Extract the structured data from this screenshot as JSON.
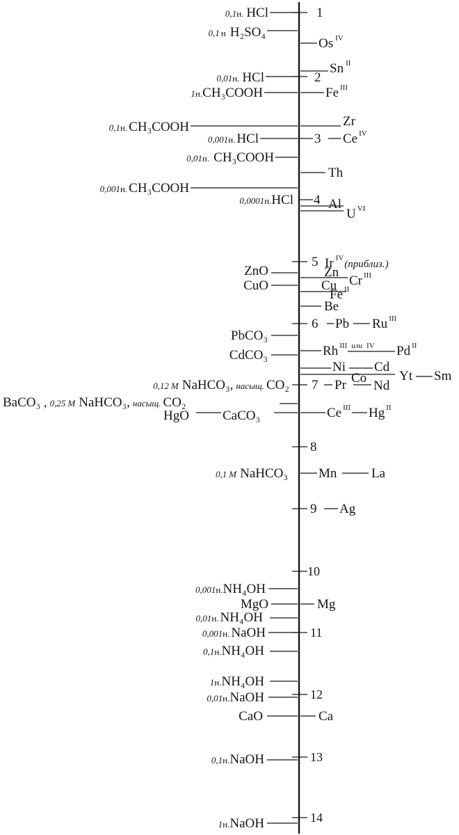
{
  "scale": {
    "ticks": [
      "1",
      "2",
      "3",
      "4",
      "5",
      "6",
      "7",
      "8",
      "9",
      "10",
      "11",
      "12",
      "13",
      "14"
    ]
  },
  "left_labels": {
    "hcl_01": {
      "num": "0,1",
      "unit": "н.",
      "reagent": "HCl"
    },
    "h2so4_01": {
      "num": "0,1",
      "unit": "н",
      "reagent": "H₂SO₄"
    },
    "hcl_001": {
      "num": "0,01",
      "unit": "н.",
      "reagent": "HCl"
    },
    "ch3cooh_1": {
      "num": "1",
      "unit": "н.",
      "reagent": "CH₃COOH"
    },
    "ch3cooh_01": {
      "num": "0,1",
      "unit": "н.",
      "reagent": "CH₃COOH"
    },
    "hcl_0001": {
      "num": "0,001",
      "unit": "н.",
      "reagent": "HCl"
    },
    "ch3cooh_001": {
      "num": "0,01",
      "unit": "н.",
      "reagent": "CH₃COOH"
    },
    "ch3cooh_0001": {
      "num": "0,001",
      "unit": "н.",
      "reagent": "CH₃COOH"
    },
    "hcl_00001": {
      "num": "0,0001",
      "unit": "н.",
      "reagent": "HCl"
    },
    "zno": {
      "reagent": "ZnO"
    },
    "cuo": {
      "reagent": "CuO"
    },
    "pbco3": {
      "reagent": "PbCO₃"
    },
    "cdco3": {
      "reagent": "CdCO₃"
    },
    "nahco3_co2": {
      "num": "0,12",
      "unit": "М",
      "reagent": "NaHCO₃,",
      "note": "насыщ.",
      "gas": "CO₂"
    },
    "baco3": {
      "lead": "BaCO₃ ,",
      "num": "0,25",
      "unit": "М",
      "reagent": "NaHCO₃,",
      "note": "насыщ.",
      "gas": "CO₂"
    },
    "hgo": {
      "reagent": "HgO"
    },
    "caco3": {
      "reagent": "CaCO₃"
    },
    "nahco3_01": {
      "num": "0,1",
      "unit": "М",
      "reagent": "NaHCO₃"
    },
    "nh4oh_0001": {
      "num": "0,001",
      "unit": "н.",
      "reagent": "NH₄OH"
    },
    "mgo": {
      "reagent": "MgO"
    },
    "nh4oh_001": {
      "num": "0,01",
      "unit": "н.",
      "reagent": "NH₄OH"
    },
    "naoh_0001": {
      "num": "0,001",
      "unit": "н.",
      "reagent": "NaOH"
    },
    "nh4oh_01": {
      "num": "0,1",
      "unit": "н.",
      "reagent": "NH₄OH"
    },
    "nh4oh_1": {
      "num": "1",
      "unit": "н.",
      "reagent": "NH₄OH"
    },
    "naoh_001": {
      "num": "0,01",
      "unit": "н.",
      "reagent": "NaOH"
    },
    "cao": {
      "reagent": "CaO"
    },
    "naoh_01": {
      "num": "0,1",
      "unit": "н.",
      "reagent": "NaOH"
    },
    "naoh_1": {
      "num": "1",
      "unit": "н.",
      "reagent": "NaOH"
    }
  },
  "right_labels": {
    "os": {
      "el": "Os",
      "ox": "IV"
    },
    "sn": {
      "el": "Sn",
      "ox": "II"
    },
    "fe3": {
      "el": "Fe",
      "ox": "III"
    },
    "zr": {
      "el": "Zr"
    },
    "ce4": {
      "el": "Ce",
      "ox": "IV"
    },
    "th": {
      "el": "Th"
    },
    "al": {
      "el": "Al"
    },
    "u": {
      "el": "U",
      "ox": "VI"
    },
    "ir": {
      "el": "Ir",
      "ox": "IV",
      "note": "(приблиз.)"
    },
    "zn": {
      "el": "Zn"
    },
    "cr": {
      "el": "Cr",
      "ox": "III"
    },
    "cu": {
      "el": "Cu"
    },
    "fe2": {
      "el": "Fe",
      "ox": "II"
    },
    "be": {
      "el": "Be"
    },
    "pb": {
      "el": "Pb"
    },
    "ru": {
      "el": "Ru",
      "ox": "III"
    },
    "rh": {
      "el": "Rh",
      "ox": "III",
      "or": "или",
      "ox2": "IV"
    },
    "pd": {
      "el": "Pd",
      "ox": "II"
    },
    "ni": {
      "el": "Ni"
    },
    "cd": {
      "el": "Cd"
    },
    "co": {
      "el": "Co"
    },
    "yt": {
      "el": "Yt"
    },
    "sm": {
      "el": "Sm"
    },
    "pr": {
      "el": "Pr"
    },
    "nd": {
      "el": "Nd"
    },
    "ce3": {
      "el": "Ce",
      "ox": "III"
    },
    "hg": {
      "el": "Hg",
      "ox": "II"
    },
    "mn": {
      "el": "Mn"
    },
    "la": {
      "el": "La"
    },
    "ag": {
      "el": "Ag"
    },
    "mg": {
      "el": "Mg"
    },
    "ca": {
      "el": "Ca"
    }
  }
}
